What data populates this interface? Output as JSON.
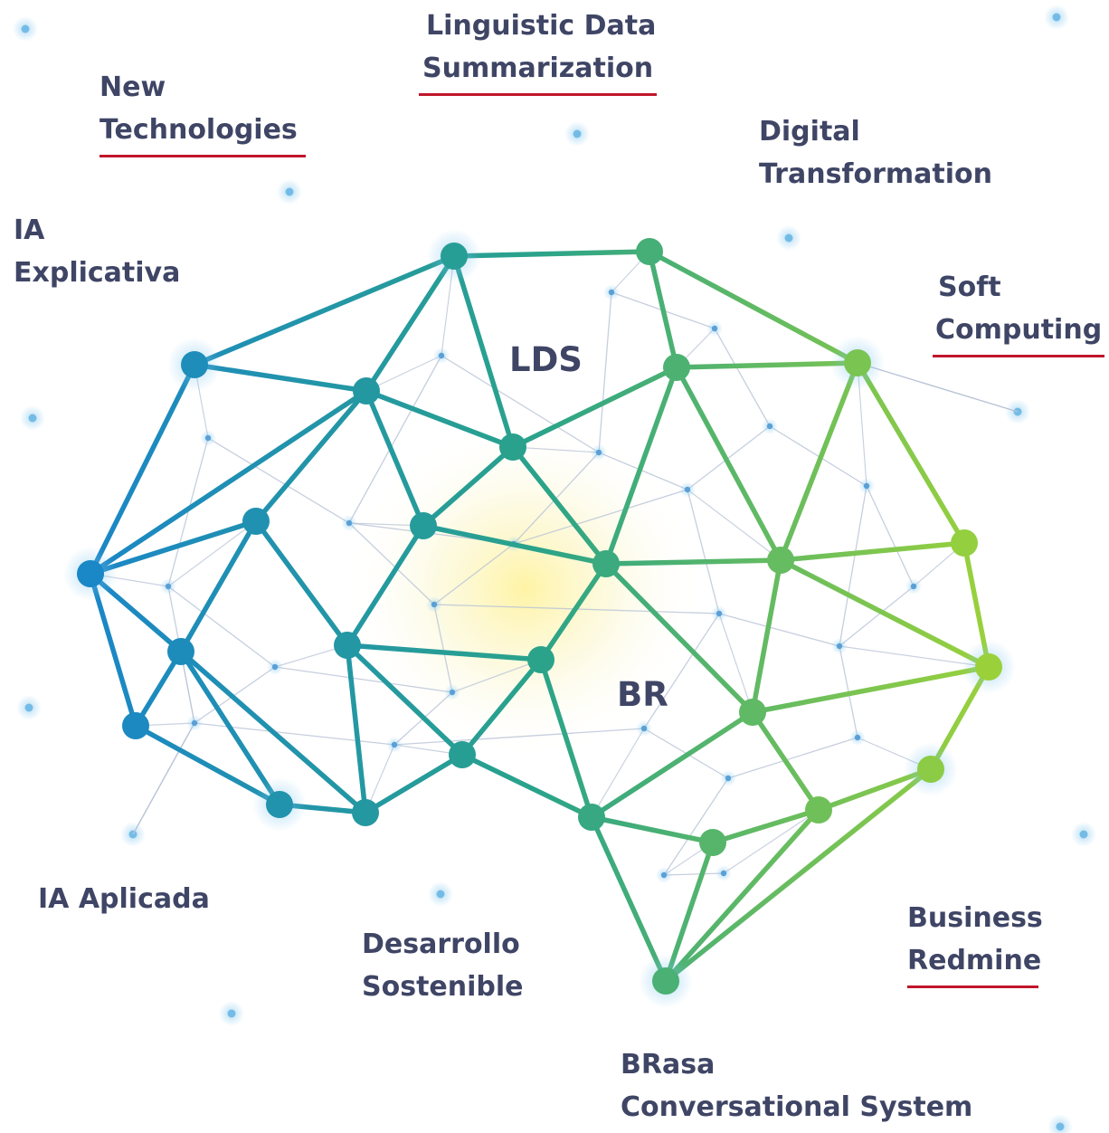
{
  "diagram": {
    "regions": [
      {
        "id": "lds",
        "label": "LDS"
      },
      {
        "id": "br",
        "label": "BR"
      }
    ],
    "topics": [
      {
        "id": "new-technologies",
        "lines": [
          "New",
          "Technologies"
        ],
        "underlined": true
      },
      {
        "id": "linguistic-data-summarization",
        "lines": [
          "Linguistic Data",
          "Summarization"
        ],
        "underlined": true
      },
      {
        "id": "digital-transformation",
        "lines": [
          "Digital",
          "Transformation"
        ],
        "underlined": false
      },
      {
        "id": "ia-explicativa",
        "lines": [
          "IA",
          "Explicativa"
        ],
        "underlined": false
      },
      {
        "id": "soft-computing",
        "lines": [
          "Soft",
          "Computing"
        ],
        "underlined": true
      },
      {
        "id": "ia-aplicada",
        "lines": [
          "IA Aplicada"
        ],
        "underlined": false
      },
      {
        "id": "desarrollo-sostenible",
        "lines": [
          "Desarrollo",
          "Sostenible"
        ],
        "underlined": false
      },
      {
        "id": "business-redmine",
        "lines": [
          "Business",
          "Redmine"
        ],
        "underlined": true
      },
      {
        "id": "brasa-conversational-system",
        "lines": [
          "BRasa",
          "Conversational System"
        ],
        "underlined": false
      }
    ],
    "colors": {
      "text": "#3f4565",
      "underline": "#c0162b",
      "network_start": "#1a86c8",
      "network_mid": "#2aa38a",
      "network_end": "#9cd23a",
      "glow_center": "#fff4a8",
      "faint_lines": "#b8c3d6"
    }
  }
}
